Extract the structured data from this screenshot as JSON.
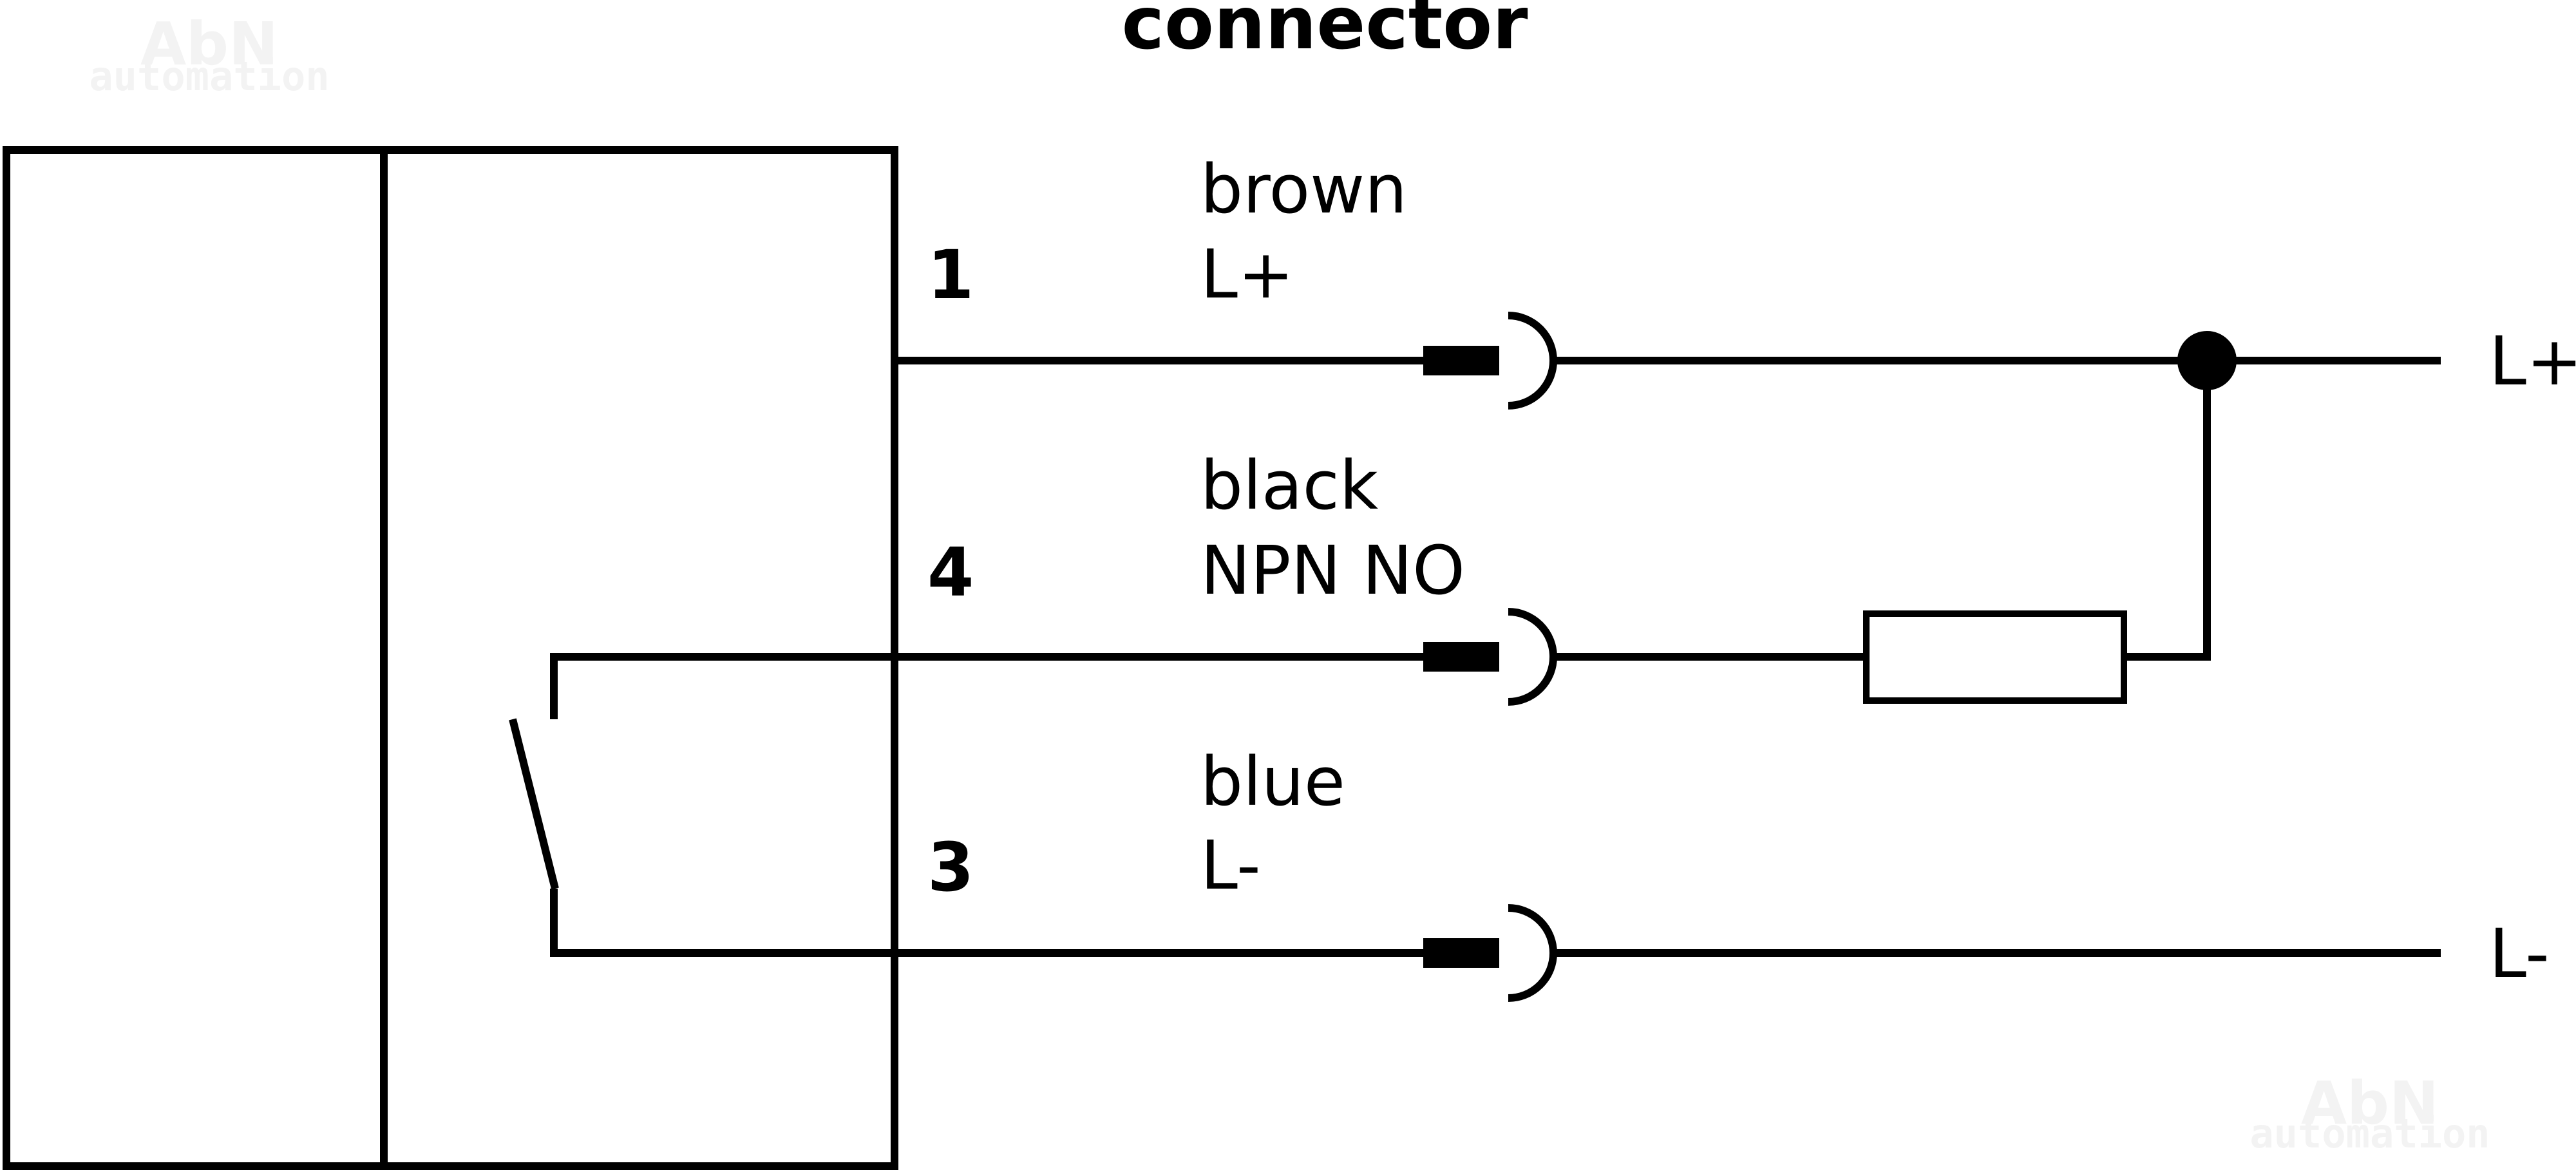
{
  "diagram": {
    "title": "connector",
    "watermark": {
      "brand": "AbN",
      "sub": "automation"
    },
    "wires": [
      {
        "pin": "1",
        "color": "brown",
        "function": "L+",
        "terminal": "L+"
      },
      {
        "pin": "4",
        "color": "black",
        "function": "NPN NO",
        "terminal": ""
      },
      {
        "pin": "3",
        "color": "blue",
        "function": "L-",
        "terminal": "L-"
      }
    ]
  }
}
